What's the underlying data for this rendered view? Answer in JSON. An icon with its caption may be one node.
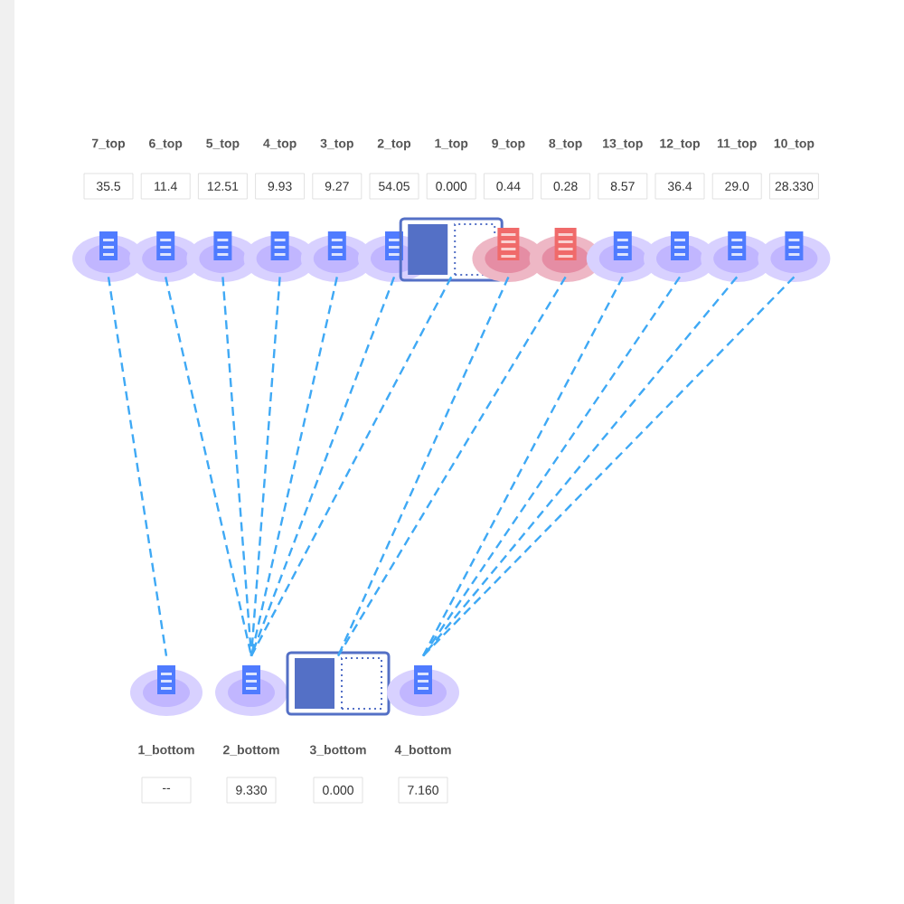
{
  "diagram": {
    "nodes": [
      {
        "text": [
          "7_top",
          "35.5"
        ]
      },
      {
        "text": [
          "6_top",
          "11.4"
        ]
      },
      {
        "text": [
          "5_top",
          "12.51"
        ]
      },
      {
        "text": [
          "4_top",
          "9.93"
        ]
      },
      {
        "text": [
          "3_top",
          "9.27"
        ]
      },
      {
        "text": [
          "2_top",
          "54.05"
        ]
      },
      {
        "text": [
          "1_top",
          "0.000"
        ]
      },
      {
        "text": [
          "9_top",
          "0.44"
        ]
      },
      {
        "text": [
          "8_top",
          "0.28"
        ]
      },
      {
        "text": [
          "13_top",
          "8.57"
        ]
      },
      {
        "text": [
          "12_top",
          "36.4"
        ]
      },
      {
        "text": [
          "11_top",
          "29.0"
        ]
      },
      {
        "text": [
          "10_top",
          "28.330"
        ]
      },
      {
        "text": [
          "1_bottom",
          "--"
        ]
      },
      {
        "text": [
          "2_bottom",
          "9.330"
        ]
      },
      {
        "text": [
          "3_bottom",
          "0.000"
        ]
      },
      {
        "text": [
          "4_bottom",
          "7.160"
        ]
      }
    ],
    "edges": [
      {
        "from": 0,
        "to": 13,
        "arrow": "none",
        "style": "dashed"
      },
      {
        "from": 1,
        "to": 14,
        "arrow": "none",
        "style": "dashed"
      },
      {
        "from": 2,
        "to": 14,
        "arrow": "none",
        "style": "dashed"
      },
      {
        "from": 3,
        "to": 14,
        "arrow": "none",
        "style": "dashed"
      },
      {
        "from": 4,
        "to": 14,
        "arrow": "none",
        "style": "dashed"
      },
      {
        "from": 5,
        "to": 14,
        "arrow": "none",
        "style": "dashed"
      },
      {
        "from": 6,
        "to": 14,
        "arrow": "none",
        "style": "dashed"
      },
      {
        "from": 7,
        "to": 15,
        "arrow": "none",
        "style": "dashed"
      },
      {
        "from": 8,
        "to": 15,
        "arrow": "none",
        "style": "dashed"
      },
      {
        "from": 9,
        "to": 16,
        "arrow": "none",
        "style": "dashed"
      },
      {
        "from": 10,
        "to": 16,
        "arrow": "none",
        "style": "dashed"
      },
      {
        "from": 11,
        "to": 16,
        "arrow": "none",
        "style": "dashed"
      },
      {
        "from": 12,
        "to": 16,
        "arrow": "none",
        "style": "dashed"
      }
    ]
  }
}
